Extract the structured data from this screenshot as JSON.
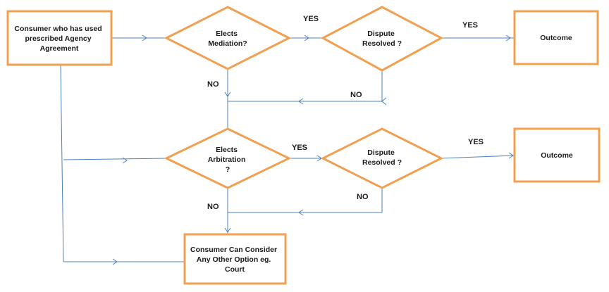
{
  "colors": {
    "node_border": "#f0a050",
    "connector": "#4f81bd",
    "text": "#1a1a1a"
  },
  "nodes": {
    "start": {
      "lines": [
        "Consumer who has used",
        "prescribed  Agency",
        "Agreement"
      ]
    },
    "mediation_decision": {
      "lines": [
        "Elects",
        "Mediation?"
      ]
    },
    "mediation_resolved": {
      "lines": [
        "Dispute",
        "Resolved ?"
      ]
    },
    "mediation_outcome": {
      "lines": [
        "Outcome"
      ]
    },
    "arbitration_decision": {
      "lines": [
        "Elects",
        "Arbitration",
        "?"
      ]
    },
    "arbitration_resolved": {
      "lines": [
        "Dispute",
        "Resolved ?"
      ]
    },
    "arbitration_outcome": {
      "lines": [
        "Outcome"
      ]
    },
    "other_options": {
      "lines": [
        "Consumer Can Consider",
        "Any  Other Option eg.",
        "Court"
      ]
    }
  },
  "edge_labels": {
    "med_yes_1": "YES",
    "med_yes_2": "YES",
    "med_no_1": "NO",
    "med_no_2": "NO",
    "arb_yes_1": "YES",
    "arb_yes_2": "YES",
    "arb_no_1": "NO",
    "arb_no_2": "NO"
  }
}
